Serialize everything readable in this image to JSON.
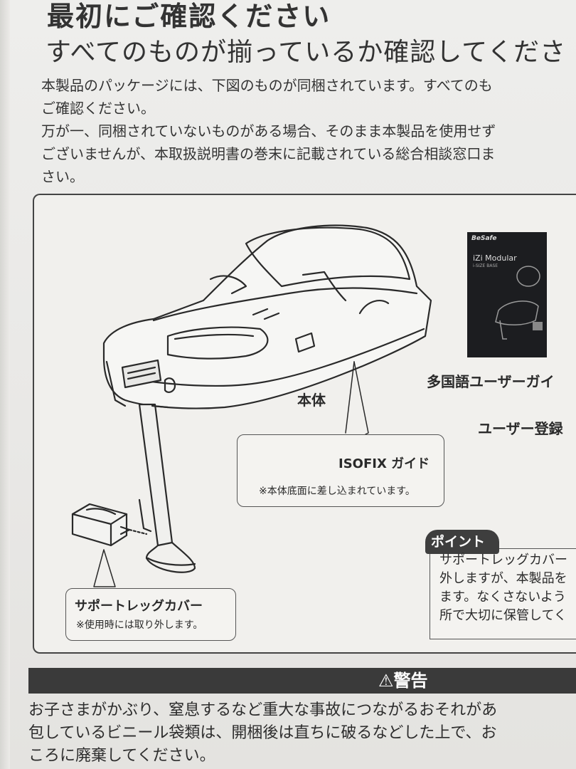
{
  "heading": {
    "title": "最初にご確認ください",
    "subtitle": "すべてのものが揃っているか確認してくださ"
  },
  "intro_lines": [
    "本製品のパッケージには、下図のものが同梱されています。すべてのも",
    "ご確認ください。",
    "万が一、同梱されていないものがある場合、そのまま本製品を使用せず",
    "ございませんが、本取扱説明書の巻末に記載されている総合相談窓口ま",
    "さい。"
  ],
  "diagram": {
    "body_label": "本体",
    "isofix": {
      "title": "ISOFIX ガイド",
      "note": "※本体底面に差し込まれています。"
    },
    "support_leg": {
      "title": "サポートレッグカバー",
      "note": "※使用時には取り外します。"
    },
    "manual": {
      "brand": "BeSafe",
      "title": "iZi Modular",
      "sub": "i-SIZE BASE"
    },
    "guide_label": "多国語ユーザーガイ",
    "registration_label": "ユーザー登録"
  },
  "point": {
    "badge": "ポイント",
    "lines": [
      "サポートレッグカバー",
      "外しますが、本製品を",
      "ます。なくさないよう",
      "所で大切に保管してく"
    ]
  },
  "warning": {
    "title": "⚠警告",
    "lines": [
      "お子さまがかぶり、窒息するなど重大な事故につながるおそれがあ",
      "包しているビニール袋類は、開梱後は直ちに破るなどした上で、お",
      "ころに廃棄してください。"
    ]
  }
}
